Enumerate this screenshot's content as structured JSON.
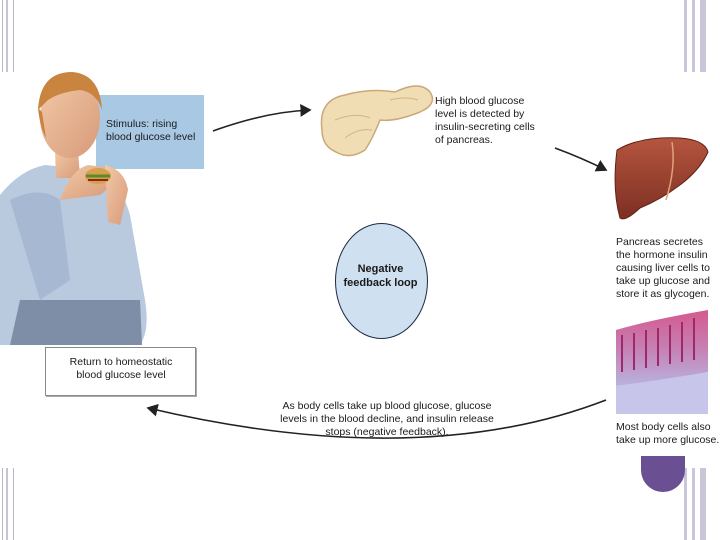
{
  "diagram": {
    "stimulus": "Stimulus: rising blood glucose level",
    "pancreas_detect": "High blood glucose level is detected by insulin-secreting cells of pancreas.",
    "liver_response": "Pancreas secretes the hormone insulin causing liver cells to take up glucose and store it as glycogen.",
    "body_cells": "Most body cells also take up more glucose.",
    "blood_decline": "As body cells take up blood glucose, glucose levels in the blood decline, and insulin release stops (negative feedback).",
    "return": "Return to homeostatic blood glucose level",
    "center_label": "Negative feedback loop"
  },
  "colors": {
    "stimulus_box": "#a9c8e4",
    "loop_circle": "#cfe0f0",
    "accent": "#6b4f93",
    "slide_band": "#cbc5da"
  }
}
